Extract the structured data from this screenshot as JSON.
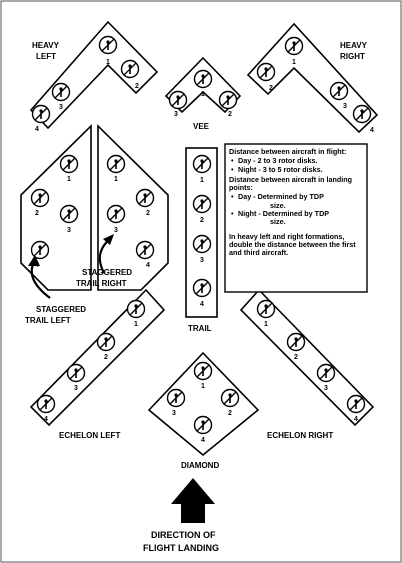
{
  "formations": {
    "heavy_left": [
      "HEAVY",
      "LEFT"
    ],
    "heavy_right": [
      "HEAVY",
      "RIGHT"
    ],
    "vee": "VEE",
    "staggered_trail_right": [
      "STAGGERED",
      "TRAIL RIGHT"
    ],
    "staggered_trail_left": [
      "STAGGERED",
      "TRAIL LEFT"
    ],
    "trail": "TRAIL",
    "echelon_left": "ECHELON LEFT",
    "echelon_right": "ECHELON RIGHT",
    "diamond": "DIAMOND"
  },
  "positions": [
    "1",
    "2",
    "3",
    "4"
  ],
  "notes": {
    "flight_heading": "Distance between aircraft in flight:",
    "flight_items": [
      "Day - 2 to 3 rotor disks.",
      "Night - 3 to 5 rotor disks."
    ],
    "landing_heading": "Distance between aircraft in landing points:",
    "landing_day": "Day   - Determined by TDP",
    "landing_day_cont": "size.",
    "landing_night": "Night - Determined by TDP",
    "landing_night_cont": "size.",
    "heavy_note": "In heavy left and right formations, double the distance between the first and third aircraft."
  },
  "direction": [
    "DIRECTION OF",
    "FLIGHT LANDING"
  ]
}
